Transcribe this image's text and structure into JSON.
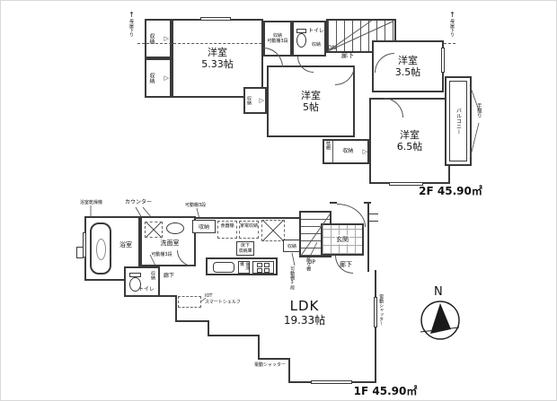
{
  "compass": {
    "n": "N"
  },
  "icons": {
    "closet_door": "▷",
    "moya_arrow": "↑"
  },
  "f2": {
    "area_label": "2F 45.90㎡",
    "room_533": "洋室\n5.33帖",
    "room_5": "洋室\n5帖",
    "room_35": "洋室\n3.5帖",
    "room_65": "洋室\n6.5帖",
    "closet_tl_top": "収納",
    "closet_tl_bottom": "収納",
    "closet_mid": "収納\n可動棚3段",
    "toilet": "トイレ",
    "toilet_closet": "収納",
    "stairs_dn": "DN",
    "hall": "廊下",
    "closet_5": "収納",
    "closet_65": "収納",
    "makura_shelf": "枕棚",
    "balcony": "バルコニー",
    "handrail": "手摺り",
    "moya_left": "母屋下り",
    "moya_right": "母屋下り"
  },
  "f1": {
    "area_label": "1F 45.90㎡",
    "bath": "浴室",
    "bath_dryer": "浴室乾燥機",
    "counter": "カウンター",
    "washroom": "洗面室",
    "movable_shelf_mid": "可動棚3段",
    "toilet": "トイレ",
    "toilet_closet": "収納",
    "hall_left": "廊下",
    "movable_shelf_top": "可動棚3段",
    "kitchen_closet": "収納",
    "dish_shelf": "食器棚",
    "appliance_storage": "家電収納",
    "underfloor_storage": "床下\n収納庫",
    "dishwasher": "食洗機",
    "stairs_closet": "収納",
    "movable_shelf_right": "可動棚3段",
    "display_shelf": "飾り棚",
    "stairs_up": "UP",
    "genkan": "玄関",
    "hall_right": "廊下",
    "shutter_right": "電動シャッター",
    "shutter_bottom": "電動シャッター",
    "iot_line1": "IOT",
    "iot_line2": "スマートシェルフ",
    "ldk_name": "LDK",
    "ldk_size": "19.33帖"
  }
}
